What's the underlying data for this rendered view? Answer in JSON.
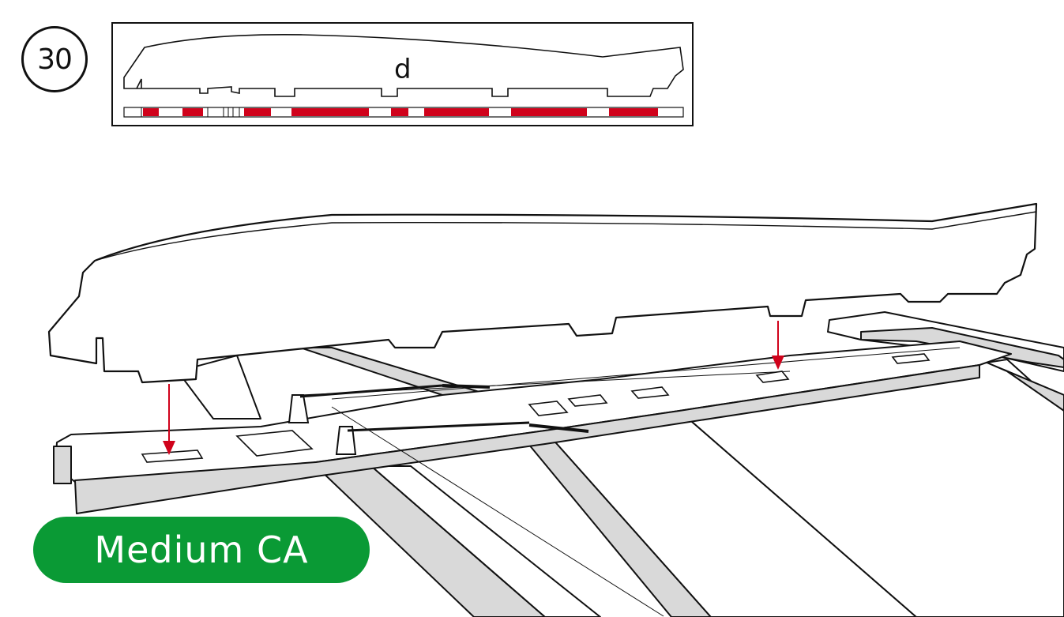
{
  "step": {
    "number": "30"
  },
  "reference": {
    "part_label": "d"
  },
  "adhesive": {
    "label": "Medium CA",
    "color": "#0a9a35"
  },
  "colors": {
    "highlight": "#d0021b",
    "wood_edge": "#d9d9d9",
    "ink": "#111111"
  },
  "icons": {
    "arrow": "arrow-down-icon"
  }
}
